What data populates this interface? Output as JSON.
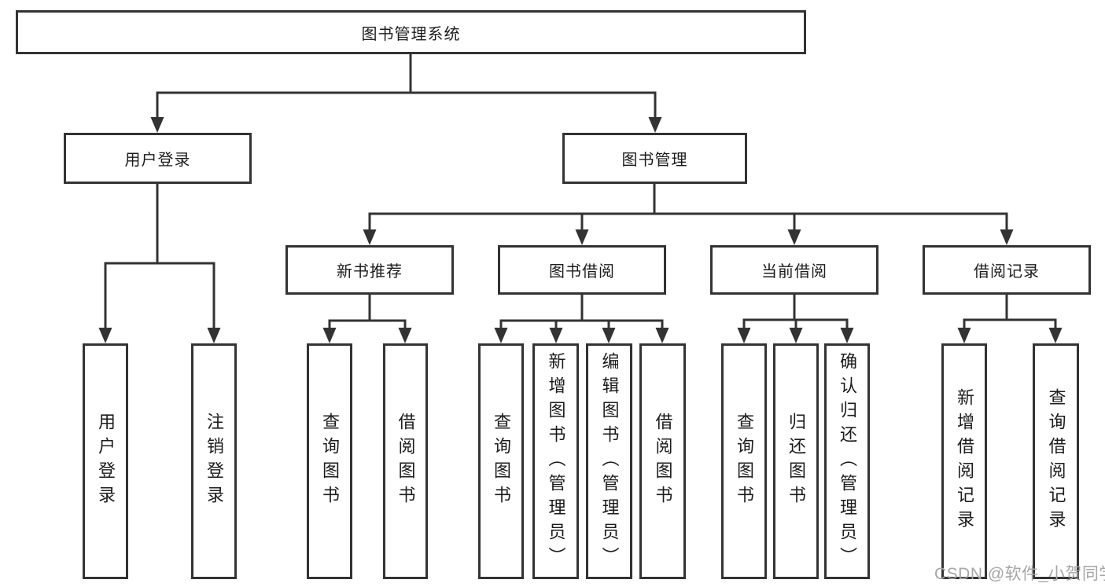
{
  "colors": {
    "line": "#333333",
    "text": "#1c1c1c",
    "watermark": "#a6a6a6",
    "background": "#ffffff"
  },
  "watermark": "CSDN @软件_小贺同学",
  "tree": {
    "label": "图书管理系统",
    "children": [
      {
        "label": "用户登录",
        "children": [
          {
            "label": "用户登录"
          },
          {
            "label": "注销登录"
          }
        ]
      },
      {
        "label": "图书管理",
        "children": [
          {
            "label": "新书推荐",
            "children": [
              {
                "label": "查询图书"
              },
              {
                "label": "借阅图书"
              }
            ]
          },
          {
            "label": "图书借阅",
            "children": [
              {
                "label": "查询图书"
              },
              {
                "label": "新增图书（管理员）"
              },
              {
                "label": "编辑图书（管理员）"
              },
              {
                "label": "借阅图书"
              }
            ]
          },
          {
            "label": "当前借阅",
            "children": [
              {
                "label": "查询图书"
              },
              {
                "label": "归还图书"
              },
              {
                "label": "确认归还（管理员）"
              }
            ]
          },
          {
            "label": "借阅记录",
            "children": [
              {
                "label": "新增借阅记录"
              },
              {
                "label": "查询借阅记录"
              }
            ]
          }
        ]
      }
    ]
  }
}
